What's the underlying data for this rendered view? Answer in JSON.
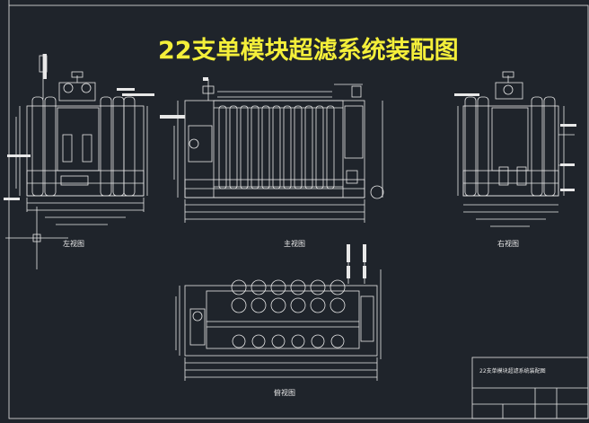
{
  "drawing": {
    "title": "22支单模块超滤系统装配图",
    "views": {
      "left": "左视图",
      "main": "主视图",
      "right": "右视图",
      "top": "俯视图"
    },
    "title_block": {
      "drawing_name": "22支单模块超滤系统装配图"
    }
  },
  "colors": {
    "background": "#1f242b",
    "lines": "#e8e8e8",
    "title": "#f4ef3a"
  }
}
